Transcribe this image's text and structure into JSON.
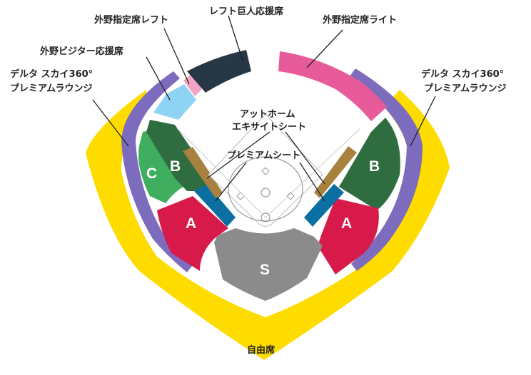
{
  "labels": {
    "left_outfield_reserved": "外野指定席レフト",
    "left_giants_cheering": "レフト巨人応援席",
    "right_outfield_reserved": "外野指定席ライト",
    "outfield_visitor_cheering": "外野ビジター応援席",
    "delta_sky360_lounge_left": [
      "デルタ スカイ360°",
      "プレミアムラウンジ"
    ],
    "delta_sky360_lounge_right": [
      "デルタ スカイ360°",
      "プレミアムラウンジ"
    ],
    "at_home_excite_seat": [
      "アットホーム",
      "エキサイトシート"
    ],
    "premium_seat": "プレミアムシート",
    "general_admission": "自由席"
  },
  "sections": {
    "a_left": "A",
    "a_right": "A",
    "b_left": "B",
    "b_right": "B",
    "c_left": "C",
    "s_center": "S"
  },
  "colors": {
    "general_admission": "#ffdc00",
    "lounge": "#7d6bbd",
    "giants_cheering": "#263746",
    "right_reserved": "#e85b9a",
    "left_reserved": "#f3a5c4",
    "visitor": "#8fd3f4",
    "section_a": "#d81a4a",
    "section_b": "#2f6d40",
    "section_c": "#3fae5e",
    "section_s": "#8b8b8b",
    "premium": "#0b6fa1",
    "excite": "#a8813e"
  }
}
